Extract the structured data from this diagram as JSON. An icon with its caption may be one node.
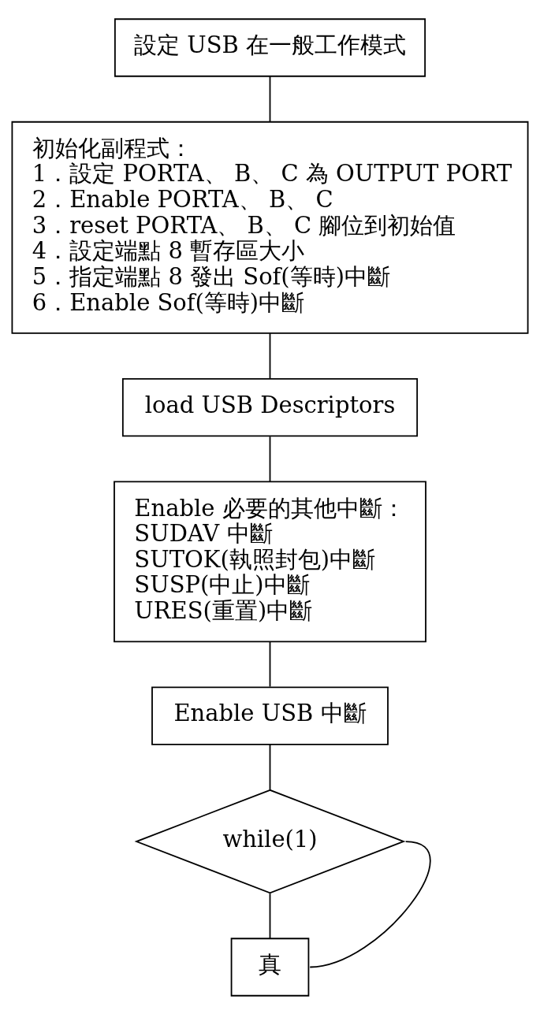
{
  "diagram": {
    "nodes": [
      {
        "text": [
          "設定 USB 在一般工作模式"
        ]
      },
      {
        "text": [
          "初始化副程式：",
          "1．設定 PORTA、 B、 C 為 OUTPUT PORT",
          "2．Enable PORTA、 B、 C",
          "3．reset PORTA、 B、 C 腳位到初始值",
          "4．設定端點 8 暫存區大小",
          "5．指定端點 8 發出 Sof(等時)中斷",
          "6．Enable Sof(等時)中斷"
        ]
      },
      {
        "text": [
          "load USB Descriptors"
        ]
      },
      {
        "text": [
          "Enable 必要的其他中斷：",
          "SUDAV 中斷",
          "SUTOK(執照封包)中斷",
          "SUSP(中止)中斷",
          "URES(重置)中斷"
        ]
      },
      {
        "text": [
          "Enable USB 中斷"
        ]
      },
      {
        "text": [
          "while(1)"
        ]
      },
      {
        "text": [
          "真"
        ]
      }
    ],
    "edges": [
      {
        "from": 0,
        "to": 1,
        "arrow": "none"
      },
      {
        "from": 1,
        "to": 2,
        "arrow": "none"
      },
      {
        "from": 2,
        "to": 3,
        "arrow": "none"
      },
      {
        "from": 3,
        "to": 4,
        "arrow": "none"
      },
      {
        "from": 4,
        "to": 5,
        "arrow": "none"
      },
      {
        "from": 5,
        "to": 6,
        "arrow": "none"
      },
      {
        "from": 6,
        "to": 5,
        "arrow": "none"
      }
    ]
  }
}
